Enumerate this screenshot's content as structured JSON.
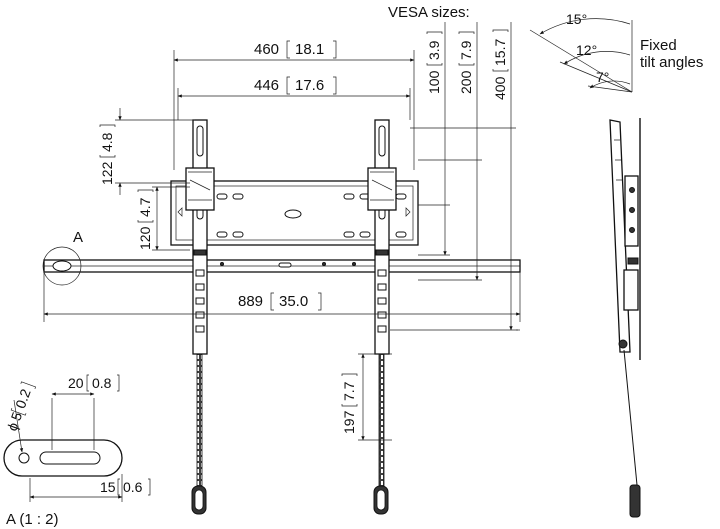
{
  "vesa_heading": "VESA sizes:",
  "tilt": {
    "heading_line1": "Fixed",
    "heading_line2": "tilt angles",
    "angles": [
      "15°",
      "12°",
      "7°"
    ]
  },
  "dimensions": {
    "width_460": "460",
    "width_460_in": "18.1",
    "width_446": "446",
    "width_446_in": "17.6",
    "vesa_100": "100",
    "vesa_100_in": "3.9",
    "vesa_200": "200",
    "vesa_200_in": "7.9",
    "vesa_400": "400",
    "vesa_400_in": "15.7",
    "height_122": "122",
    "height_122_in": "4.8",
    "height_120": "120",
    "height_120_in": "4.7",
    "width_889": "889",
    "width_889_in": "35.0",
    "drop_197": "197",
    "drop_197_in": "7.7"
  },
  "detail": {
    "callout_letter": "A",
    "label": "A (1 : 2)",
    "diameter_symbol": "ϕ",
    "hole_diameter": "5",
    "hole_diameter_in": "0.2",
    "slot_length": "20",
    "slot_length_in": "0.8",
    "edge_distance": "15",
    "edge_distance_in": "0.6"
  }
}
